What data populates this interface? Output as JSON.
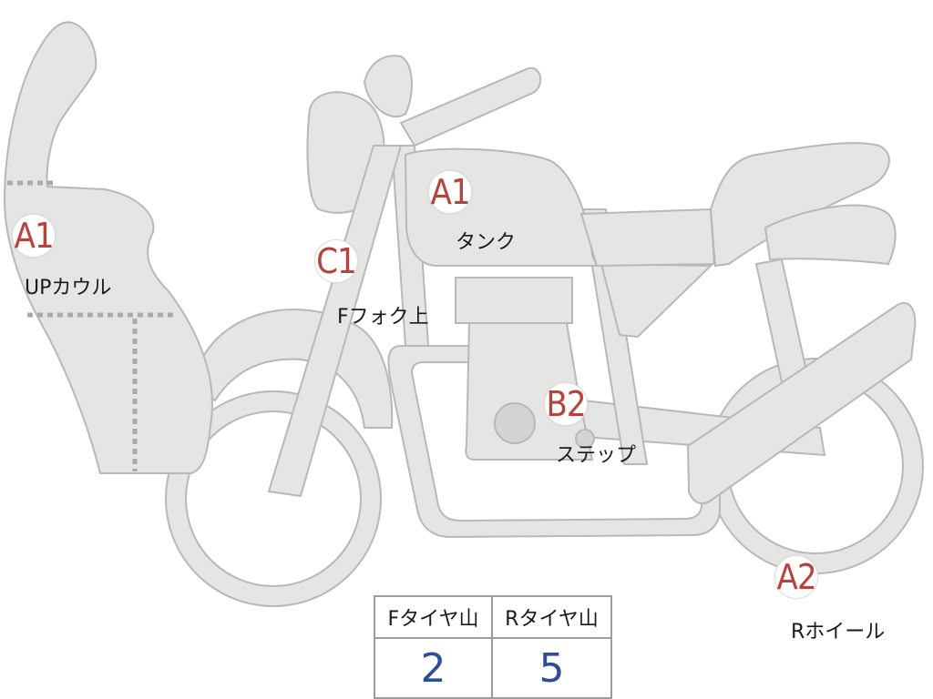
{
  "parts": [
    {
      "id": "up-cowl",
      "code": "A1",
      "label": "UPカウル"
    },
    {
      "id": "tank",
      "code": "A1",
      "label": "タンク"
    },
    {
      "id": "front-fork",
      "code": "C1",
      "label": "Fフォク上"
    },
    {
      "id": "step",
      "code": "B2",
      "label": "ステップ"
    },
    {
      "id": "rear-wheel",
      "code": "A2",
      "label": "Rホイール"
    }
  ],
  "tire_table": {
    "headers": [
      "Fタイヤ山",
      "Rタイヤ山"
    ],
    "values": [
      "2",
      "5"
    ]
  },
  "colors": {
    "grade_code": "#b8423d",
    "tire_value": "#2d4f9a",
    "bike_fill": "#e5e5e3",
    "bike_outline": "#b7b8b8"
  }
}
